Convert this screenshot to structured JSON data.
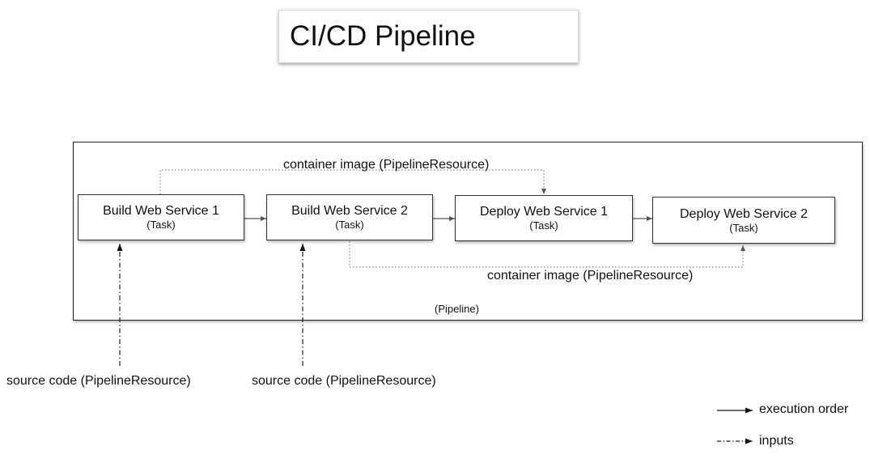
{
  "title": "CI/CD Pipeline",
  "pipeline": {
    "label": "(Pipeline)"
  },
  "tasks": [
    {
      "name": "Build Web Service 1",
      "kind": "(Task)"
    },
    {
      "name": "Build Web Service 2",
      "kind": "(Task)"
    },
    {
      "name": "Deploy Web Service 1",
      "kind": "(Task)"
    },
    {
      "name": "Deploy Web Service 2",
      "kind": "(Task)"
    }
  ],
  "resources": {
    "container_image_top": "container image (PipelineResource)",
    "container_image_bottom": "container image (PipelineResource)",
    "source_code_1": "source code (PipelineResource)",
    "source_code_2": "source code (PipelineResource)"
  },
  "legend": {
    "execution_order": "execution order",
    "inputs": "inputs"
  },
  "colors": {
    "line": "#555555",
    "dotted": "#888888",
    "border": "#222222"
  }
}
